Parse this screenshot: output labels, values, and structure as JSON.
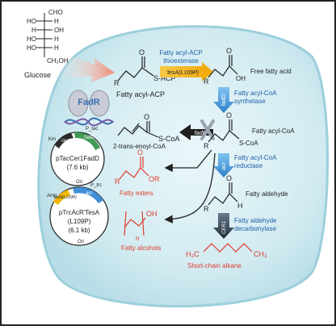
{
  "glucose": {
    "name": "Glucose",
    "rows": [
      {
        "left": "",
        "right": "CHO"
      },
      {
        "left": "HO",
        "right": "H"
      },
      {
        "left": "H",
        "right": "OH"
      },
      {
        "left": "HO",
        "right": "H"
      },
      {
        "left": "HO",
        "right": "H"
      },
      {
        "left": "",
        "right": "CH₂OH"
      }
    ]
  },
  "regulator": "FadR",
  "plasmid1": {
    "name": "pTacCer1FadD",
    "size": "(7.6 kb)",
    "promoter": "P_tac",
    "ori": "Ori",
    "gene_a": "cer1",
    "gene_b": "fadD",
    "marker": "Km"
  },
  "plasmid2": {
    "name": "pTrcAcR'TesA",
    "size_line1": "(L109P)",
    "size_line2": "(6.1 kb)",
    "promoter": "P_trc",
    "ori": "Ori",
    "gene_a": "'tesA(L109P)",
    "gene_b": "acr",
    "marker": "Amp"
  },
  "pathway": {
    "fatty_acyl_acp": "Fatty acyl-ACP",
    "acp_group": "S-ACP",
    "thioesterase_line1": "Fatty acyl-ACP",
    "thioesterase_line2": "thioesterase",
    "tesA_gene": "'tesA(L109P)",
    "free_fatty_acid": "Free fatty acid",
    "oh_group": "OH",
    "fadD_gene": "fadD",
    "synthetase_line1": "Fatty acyl-CoA",
    "synthetase_line2": "synthetase",
    "enoyl_coa": "2-trans-enoyl-CoA",
    "fadE_gene": "fadE",
    "coa_group": "S-CoA",
    "fatty_acyl_coa": "Fatty acyl-CoA",
    "acr_gene": "acr",
    "reductase_line1": "Fatty acyl-CoA",
    "reductase_line2": "reductase",
    "fatty_aldehyde": "Fatty aldehyde",
    "h_group": "H",
    "cer1_gene": "CER1",
    "decarbonylase_line1": "Fatty aldehyde",
    "decarbonylase_line2": "decarbonylase",
    "alkane_left": "H₃C",
    "alkane_right": "CH₃",
    "short_chain_alkane": "Short-chain alkane",
    "ester_group": "OR",
    "fatty_esters": "Fatty esters",
    "alcohol_oh": "OH",
    "alcohol_n": "n",
    "fatty_alcohols": "Fatty alcohols",
    "r_group": "R"
  },
  "colors": {
    "cell_fill": "#d4ecf2",
    "cell_border": "#a8d2de",
    "enzyme_blue": "#1f5fa8",
    "gene_yellow": "#f2b705",
    "product_red": "#e03c2c",
    "gene_dark": "#2b2b2b",
    "gene_blue": "#3f8fd6"
  },
  "icons": [
    "gradient-arrow-icon",
    "dna-repressor-icon",
    "x-mark-icon"
  ]
}
